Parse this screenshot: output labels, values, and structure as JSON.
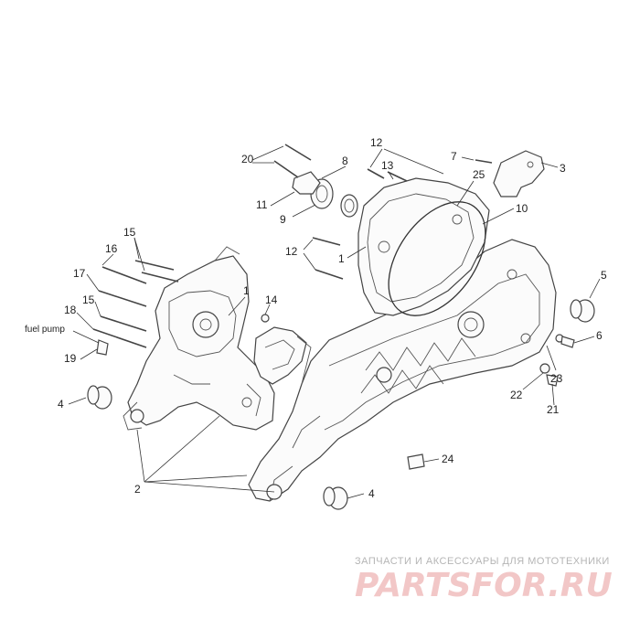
{
  "labels": {
    "l20": "20",
    "l12a": "12",
    "l8": "8",
    "l13": "13",
    "l7": "7",
    "l3": "3",
    "l25": "25",
    "l11": "11",
    "l9": "9",
    "l10": "10",
    "l15a": "15",
    "l16": "16",
    "l12b": "12",
    "l1a": "1",
    "l17": "17",
    "l1b": "1",
    "l14": "14",
    "l5": "5",
    "l15b": "15",
    "l18": "18",
    "l6": "6",
    "fuel": "fuel pump",
    "l19": "19",
    "l23": "23",
    "l22": "22",
    "l4a": "4",
    "l21": "21",
    "l24": "24",
    "l2": "2",
    "l4b": "4"
  },
  "watermark": {
    "tagline": "ЗАПЧАСТИ И АКСЕССУАРЫ ДЛЯ МОТОТЕХНИКИ",
    "brand": "PARTSFOR.RU"
  },
  "colors": {
    "line": "#444444",
    "watermark_brand": "#f2c7c7",
    "watermark_text": "#b5b5b5"
  }
}
